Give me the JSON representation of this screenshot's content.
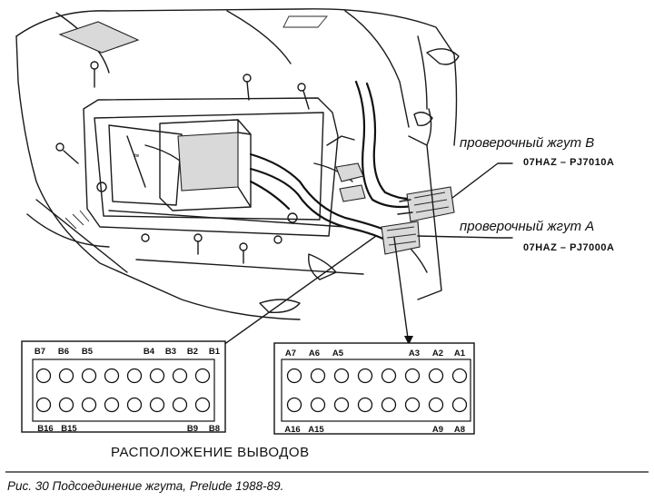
{
  "labels": {
    "harness_b_name": "проверочный жгут В",
    "harness_b_code": "07HAZ – PJ7010A",
    "harness_a_name": "проверочный жгут А",
    "harness_a_code": "07HAZ – PJ7000A",
    "pinout_title": "РАСПОЛОЖЕНИЕ ВЫВОДОВ",
    "caption": "Рис. 30 Подсоединение жгута, Prelude 1988-89."
  },
  "connector_b": {
    "top_labels": [
      "B7",
      "B6",
      "B5",
      "B4",
      "B3",
      "B2",
      "B1"
    ],
    "bottom_labels": [
      "B16",
      "B15",
      "B9",
      "B8"
    ],
    "pins_per_row": 8
  },
  "connector_a": {
    "top_labels": [
      "A7",
      "A6",
      "A5",
      "A3",
      "A2",
      "A1"
    ],
    "bottom_labels": [
      "A16",
      "A15",
      "A9",
      "A8"
    ],
    "pins_per_row": 8
  },
  "colors": {
    "ink": "#111111",
    "paper": "#ffffff",
    "shade": "#d9d9d9"
  }
}
